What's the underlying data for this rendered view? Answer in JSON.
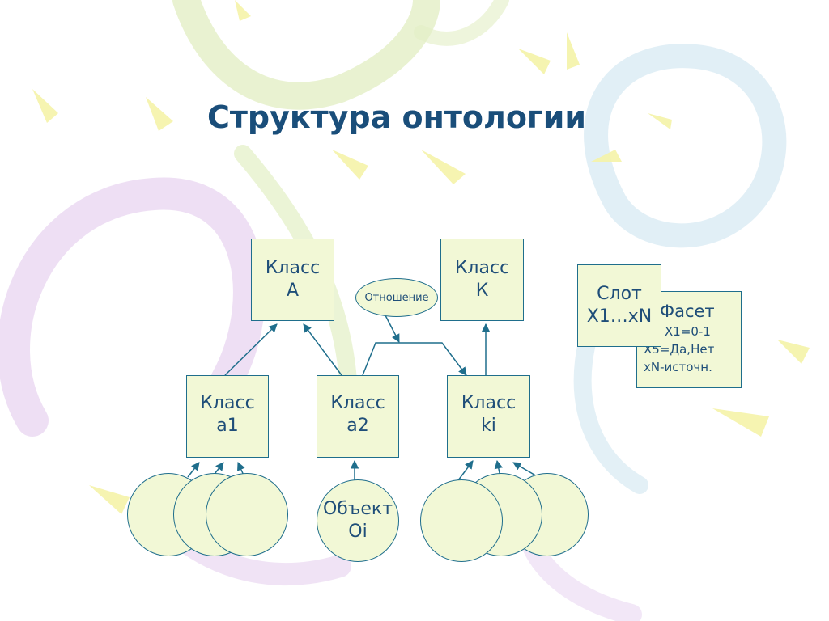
{
  "slide": {
    "title": "Структура онтологии"
  },
  "colors": {
    "title": "#1a4e7a",
    "text": "#1f4e79",
    "fill": "#f2f8d6",
    "stroke": "#1f6e8c",
    "bg_yellow": "#f5f3a8",
    "bg_green": "#e3efc5",
    "bg_purple": "#ead7f1",
    "bg_blue": "#dcecf4"
  },
  "nodes": {
    "class_A": {
      "line1": "Класс",
      "line2": "А"
    },
    "class_K": {
      "line1": "Класс",
      "line2": "К"
    },
    "class_a1": {
      "line1": "Класс",
      "line2": "а1"
    },
    "class_a2": {
      "line1": "Класс",
      "line2": "а2"
    },
    "class_ki": {
      "line1": "Класс",
      "line2": "ki"
    },
    "relation": {
      "label": "Отношение"
    },
    "object": {
      "line1": "Объект",
      "line2": "Oi"
    },
    "slot": {
      "line1": "Слот",
      "line2": "X1…xN"
    },
    "facet": {
      "title": "Фасет",
      "lines": [
        "X1=0-1",
        "X5=Да,Нет",
        "xN-источн."
      ]
    }
  }
}
